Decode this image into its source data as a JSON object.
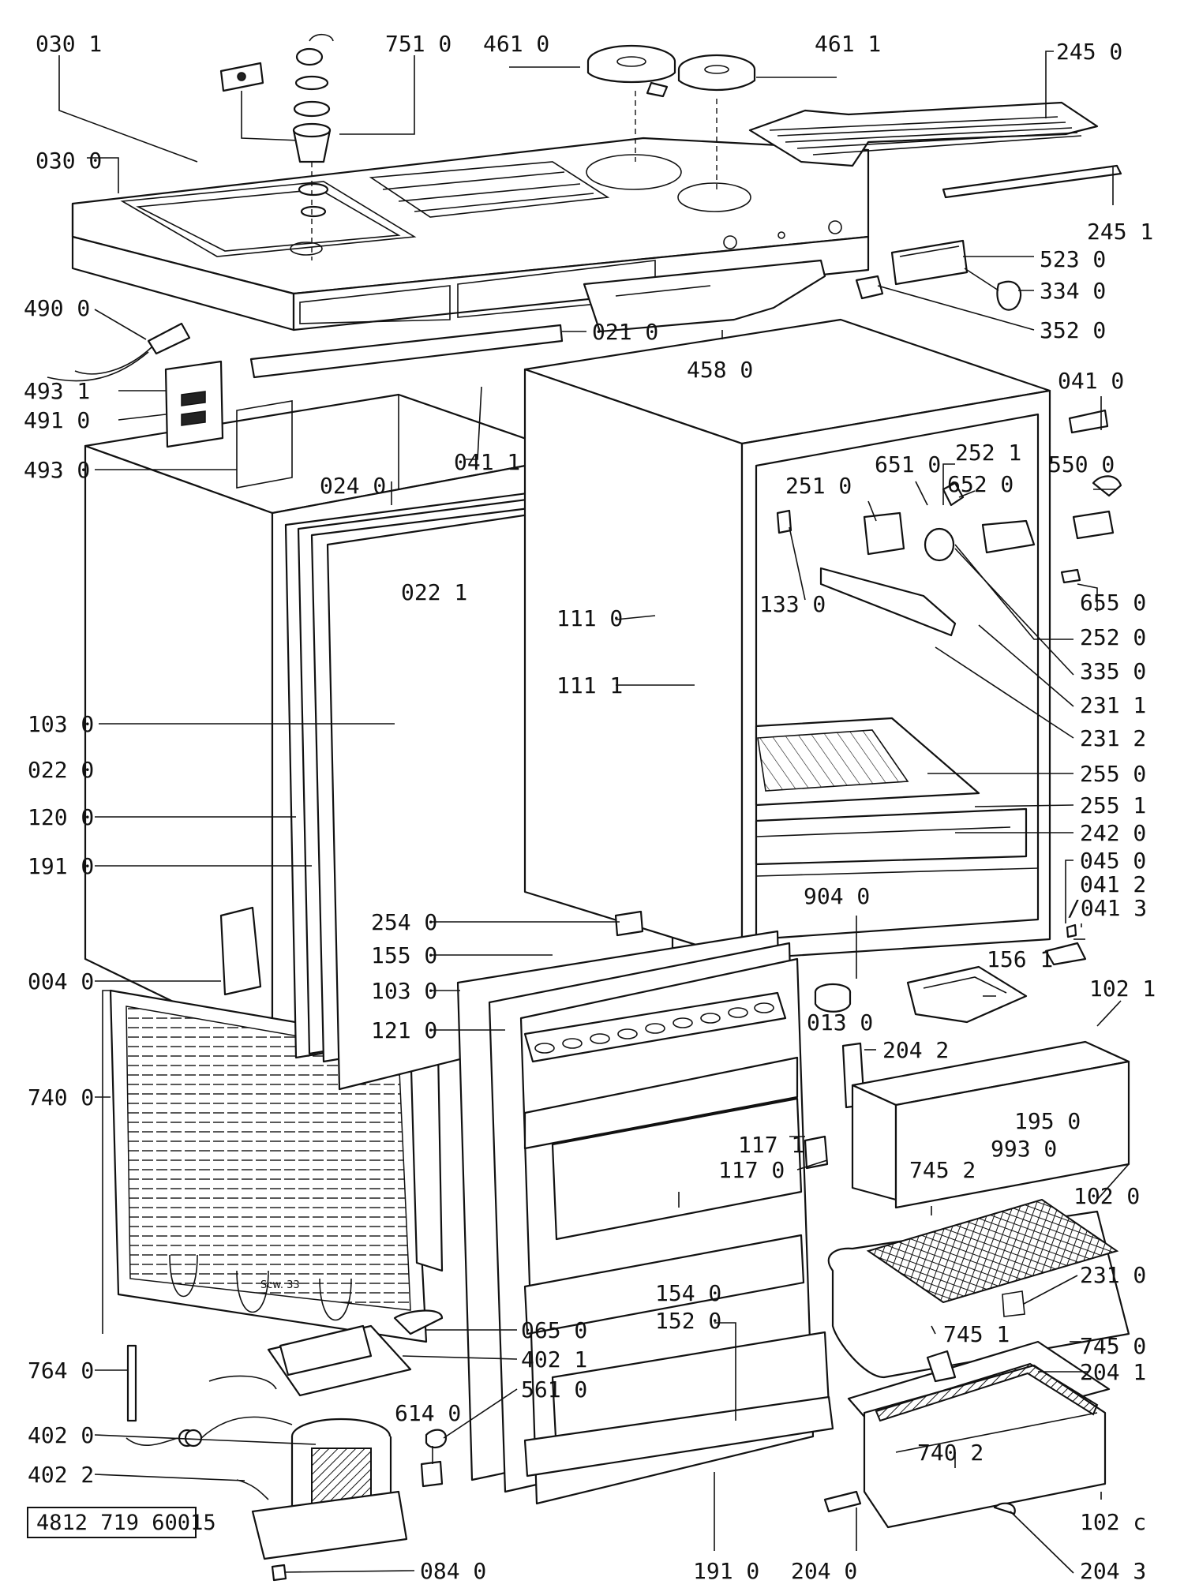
{
  "diagram": {
    "document_code": "4812 719 60015",
    "compressor_note": "Scw. 33",
    "part_labels": [
      "030 1",
      "751 0",
      "461 0",
      "461 1",
      "245 0",
      "030 0",
      "245 1",
      "523 0",
      "334 0",
      "490 0",
      "021 0",
      "352 0",
      "458 0",
      "493 1",
      "491 0",
      "041 0",
      "493 0",
      "041 1",
      "024 0",
      "550 0",
      "651 0",
      "252 1",
      "652 0",
      "251 0",
      "022 1",
      "133 0",
      "655 0",
      "111 0",
      "252 0",
      "111 1",
      "335 0",
      "231 1",
      "103 0",
      "231 2",
      "022 0",
      "255 0",
      "120 0",
      "255 1",
      "242 0",
      "191 0",
      "045 0",
      "041 2",
      "/041 3",
      "904 0",
      "254 0",
      "155 0",
      "156 1",
      "103 0",
      "004 0",
      "013 0",
      "102 1",
      "121 0",
      "204 2",
      "740 0",
      "195 0",
      "117 1",
      "993 0",
      "117 0",
      "745 2",
      "102 0",
      "154 0",
      "231 0",
      "152 0",
      "065 0",
      "745 1",
      "402 1",
      "764 0",
      "561 0",
      "745 0",
      "614 0",
      "204 1",
      "402 0",
      "740 2",
      "402 2",
      "102 c",
      "084 0",
      "191 0",
      "204 0",
      "204 3"
    ]
  }
}
